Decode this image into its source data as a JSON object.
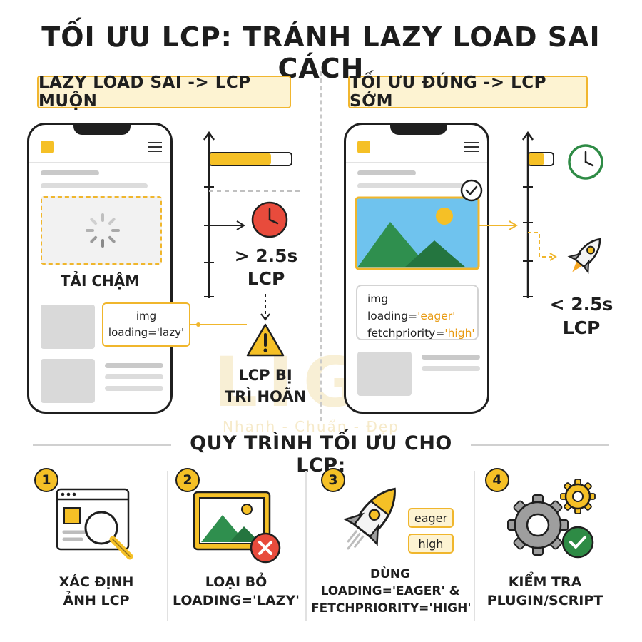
{
  "title": "TỐI ƯU LCP: TRÁNH LAZY LOAD SAI CÁCH",
  "left": {
    "heading": "LAZY LOAD SAI -> LCP MUỘN",
    "slow_label": "TẢI CHẬM",
    "code_line1": "img",
    "code_line2": "loading='lazy'",
    "lcp_time": "> 2.5s",
    "lcp_unit": "LCP",
    "warning_line1": "LCP BỊ",
    "warning_line2": "TRÌ HOÃN"
  },
  "right": {
    "heading": "TỐI ƯU ĐÚNG -> LCP SỚM",
    "code_line1": "img",
    "code_attr1": "loading=",
    "code_val1": "'eager'",
    "code_attr2": "fetchpriority=",
    "code_val2": "'high'",
    "lcp_time": "< 2.5s",
    "lcp_unit": "LCP"
  },
  "watermark": {
    "word": "LIGHT",
    "tagline": "Nhanh - Chuẩn - Đẹp"
  },
  "process": {
    "heading": "QUY TRÌNH TỐI ƯU CHO LCP:",
    "steps": [
      {
        "num": "1",
        "line1": "XÁC ĐỊNH",
        "line2": "ẢNH LCP",
        "line3": ""
      },
      {
        "num": "2",
        "line1": "LOẠI BỎ",
        "line2": "LOADING='LAZY'",
        "line3": ""
      },
      {
        "num": "3",
        "line1": "DÙNG",
        "line2": "LOADING='EAGER' &",
        "line3": "FETCHPRIORITY='HIGH'"
      },
      {
        "num": "4",
        "line1": "KIỂM TRA",
        "line2": "PLUGIN/SCRIPT",
        "line3": ""
      }
    ],
    "tag_eager": "eager",
    "tag_high": "high"
  },
  "colors": {
    "accent": "#f5c026",
    "accent_border": "#f0b62c",
    "pill_fill": "#fdf3d2",
    "danger": "#e84b3c",
    "success": "#2e8b45",
    "sky": "#6fc3ee",
    "mountain": "#2f8f4e"
  }
}
